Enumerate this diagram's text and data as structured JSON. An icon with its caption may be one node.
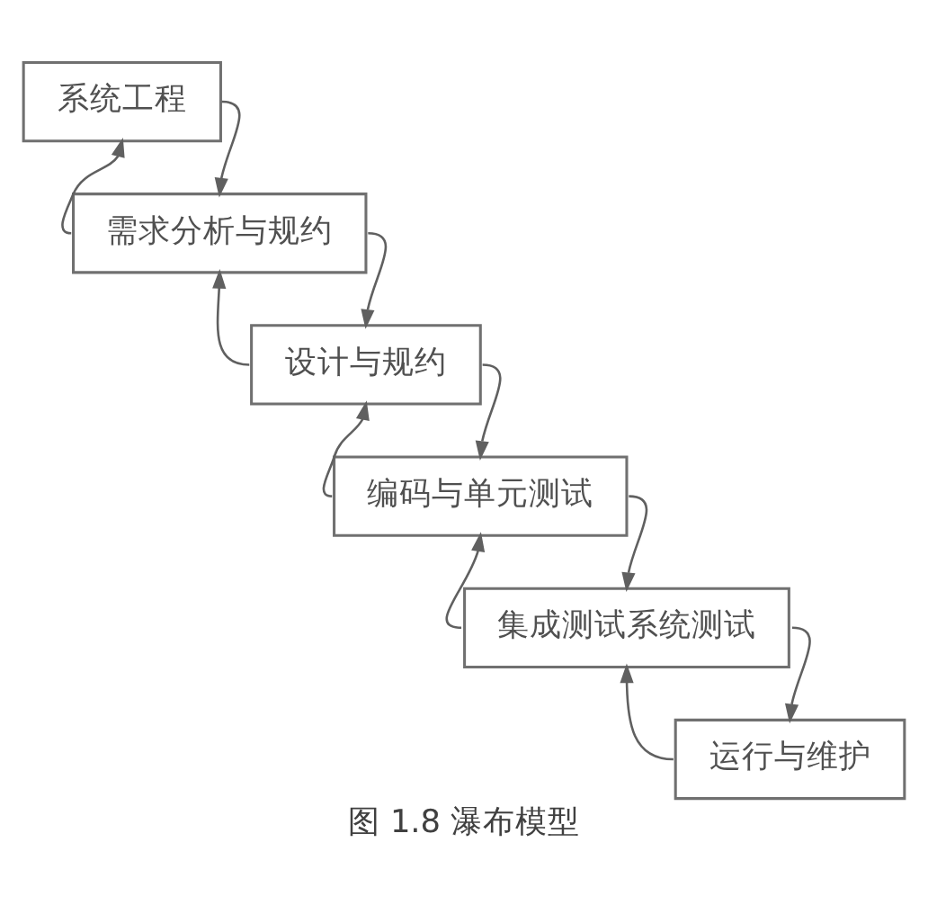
{
  "diagram": {
    "caption": "图 1.8 瀑布模型",
    "nodes": [
      {
        "text": [
          "系统工程"
        ]
      },
      {
        "text": [
          "需求分析与规约"
        ]
      },
      {
        "text": [
          "设计与规约"
        ]
      },
      {
        "text": [
          "编码与单元测试"
        ]
      },
      {
        "text": [
          "集成测试系统测试"
        ]
      },
      {
        "text": [
          "运行与维护"
        ]
      }
    ],
    "edges": [
      {
        "from": 0,
        "to": 1,
        "arrow": "to"
      },
      {
        "from": 1,
        "to": 0,
        "arrow": "to"
      },
      {
        "from": 1,
        "to": 2,
        "arrow": "to"
      },
      {
        "from": 2,
        "to": 1,
        "arrow": "to"
      },
      {
        "from": 2,
        "to": 3,
        "arrow": "to"
      },
      {
        "from": 3,
        "to": 2,
        "arrow": "to"
      },
      {
        "from": 3,
        "to": 4,
        "arrow": "to"
      },
      {
        "from": 4,
        "to": 3,
        "arrow": "to"
      },
      {
        "from": 4,
        "to": 5,
        "arrow": "to"
      },
      {
        "from": 5,
        "to": 4,
        "arrow": "to"
      }
    ]
  }
}
